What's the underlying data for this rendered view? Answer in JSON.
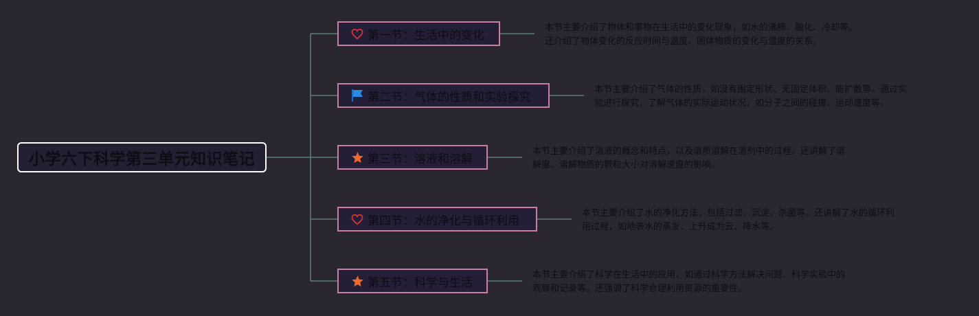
{
  "root": {
    "title": "小学六下科学第三单元知识笔记"
  },
  "sections": [
    {
      "icon": "heart-icon",
      "label": "第一节：生活中的变化",
      "note_lines": [
        "本节主要介绍了物体和事物在生活中的变化现象，如水的沸腾、融化、冷却等。",
        "还介绍了物体变化的反应时间与温度、固体物质的变化与温度的关系。"
      ]
    },
    {
      "icon": "flag-icon",
      "label": "第二节：气体的性质和实验探究",
      "note_lines": [
        "本节主要介绍了气体的性质，如没有固定形状、无固定体积、能扩散等。通过实",
        "验进行探究，了解气体的实际运动状况，如分子之间的碰撞、运动速度等。"
      ]
    },
    {
      "icon": "star-icon",
      "label": "第三节：溶液和溶解",
      "note_lines": [
        "本节主要介绍了溶液的概念和特点，以及溶质溶解在溶剂中的过程。还讲解了溶",
        "解度、溶解物质的颗粒大小对溶解速度的影响。"
      ]
    },
    {
      "icon": "heart-icon",
      "label": "第四节：水的净化与循环利用",
      "note_lines": [
        "本节主要介绍了水的净化方法，包括过滤、沉淀、杀菌等。还讲解了水的循环利",
        "用过程，如地表水的蒸发、上升成为云、降水等。"
      ]
    },
    {
      "icon": "star-icon",
      "label": "第五节：科学与生活",
      "note_lines": [
        "本节主要介绍了科学在生活中的应用，如通过科学方法解决问题、科学实验中的",
        "观察和记录等。还强调了科学合理利用资源的重要性。"
      ]
    }
  ],
  "colors": {
    "background": "#2b2731",
    "connector": "#5f7f78",
    "branch_border": "#c97fa3",
    "root_border": "#ffffff",
    "heart": "#d9343a",
    "flag": "#2b8be0",
    "star": "#f2682a"
  }
}
